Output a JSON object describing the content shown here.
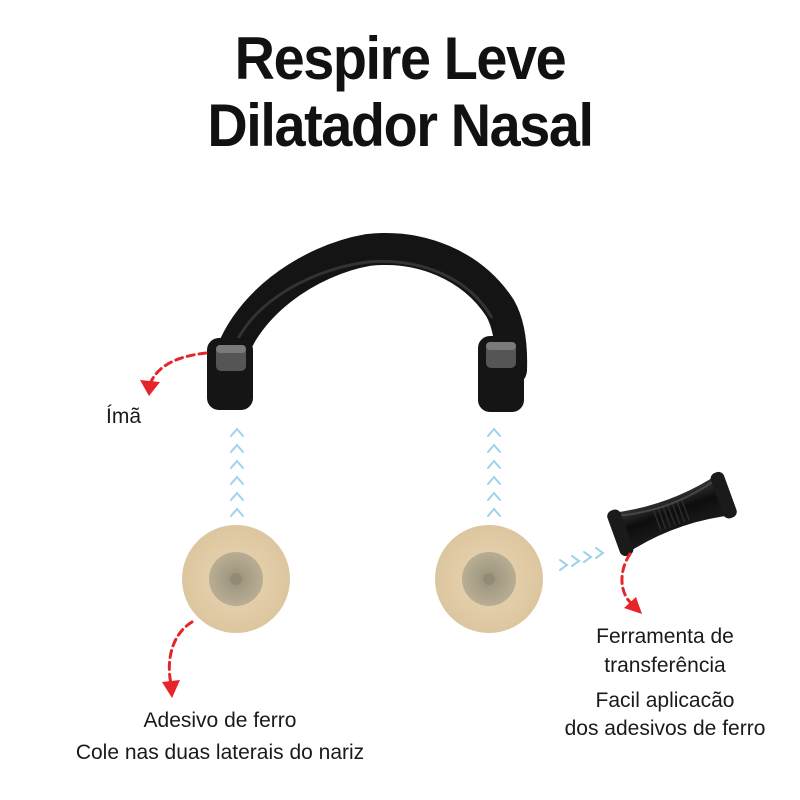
{
  "title": {
    "line1": "Respire Leve",
    "line2": "Dilatador Nasal"
  },
  "labels": {
    "magnet": "Ímã",
    "adhesive_title": "Adesivo de ferro",
    "adhesive_desc": "Cole nas duas laterais do nariz",
    "tool_title_1": "Ferramenta de",
    "tool_title_2": "transferência",
    "tool_desc_1": "Facil aplicacão",
    "tool_desc_2": "dos adesivos de ferro"
  },
  "colors": {
    "band": "#161616",
    "accent_arrow": "#e5252a",
    "flow_arrow": "#9fd3ea",
    "patch_outer": "#e3cfab",
    "patch_inner": "#a69d85"
  },
  "icons": {
    "magnet_pointer": "red-dashed-curved-arrow",
    "flow_indicator": "light-blue-chevron-arrow"
  }
}
